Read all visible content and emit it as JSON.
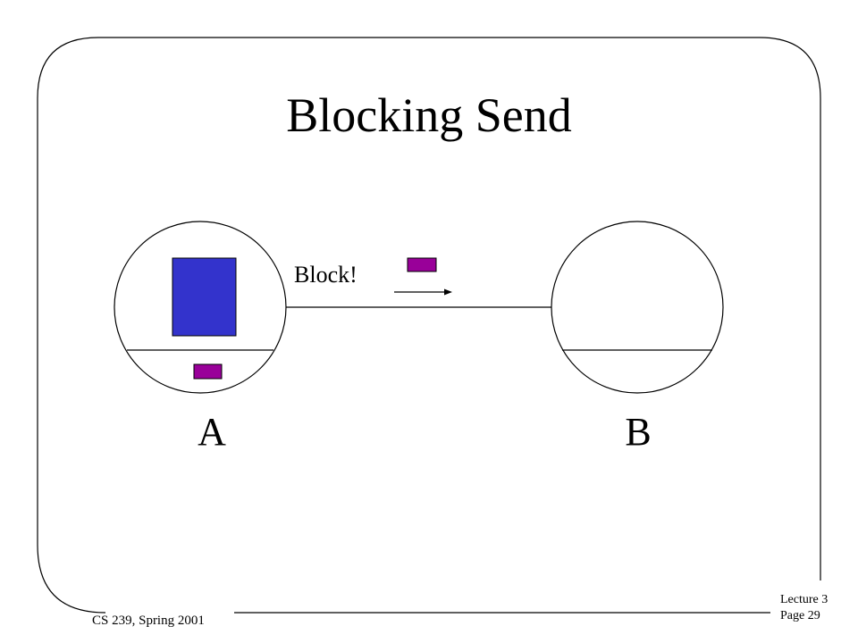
{
  "slide": {
    "title": "Blocking Send",
    "footer_left": "CS 239, Spring 2001",
    "footer_right_line1": "Lecture 3",
    "footer_right_line2": "Page 29"
  },
  "diagram": {
    "block_label": "Block!",
    "node_a_label": "A",
    "node_b_label": "B"
  },
  "colors": {
    "process_box": "#3333cc",
    "message_box": "#990099",
    "line": "#000000",
    "background": "#ffffff"
  }
}
